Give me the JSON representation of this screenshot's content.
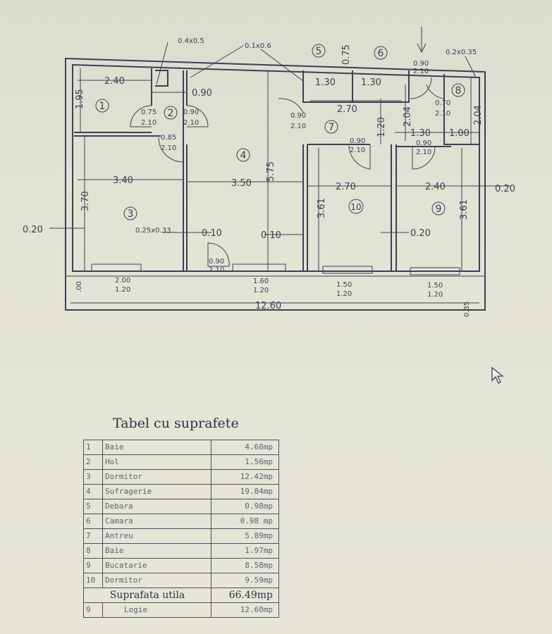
{
  "plan": {
    "rooms": [
      "1",
      "2",
      "3",
      "4",
      "5",
      "6",
      "7",
      "8",
      "9",
      "10"
    ],
    "labels": {
      "niche_04x05": "0.4x0.5",
      "niche_01x06": "0.1x0.6",
      "closet_075": "0.75",
      "entry_door_w": "0.90",
      "entry_door_h": "2.10",
      "niche_02x035": "0.2x0.35",
      "r1_w": "2.40",
      "r1_h": "1.95",
      "hol_w": "0.90",
      "d1_w": "0.75",
      "d1_h": "2.10",
      "d2_w": "0.90",
      "d2_h": "2.10",
      "d3_w": "0.85",
      "d3_h": "2.10",
      "r5_w": "1.30",
      "r6_w": "1.30",
      "r56_w": "2.70",
      "d8_w": "0.70",
      "d8_h": "2.10",
      "r8_h": "2.04",
      "d7_w": "0.90",
      "d7_h": "2.10",
      "r7_h1": "1.20",
      "r7_h2": "2.04",
      "r7_w": "1.30",
      "r8_w": "1.00",
      "d10_w": "0.90",
      "d10_h": "2.10",
      "d9_w": "0.90",
      "d9_h": "2.10",
      "r3_w": "3.40",
      "r4_w": "3.50",
      "r4_h": "5.75",
      "r3_h": "3.70",
      "r10_w": "2.70",
      "r9_w": "2.40",
      "wall_right": "0.20",
      "r10_h": "3.61",
      "r9_h": "3.61",
      "wall_left": "0.20",
      "niche_025x033": "0.25x0.33",
      "wall_a": "0.10",
      "wall_b": "0.10",
      "wall_c": "0.20",
      "balc_door_w": "0.90",
      "balc_door_h": "2.10",
      "win1_w": "2.00",
      "win1_h": "1.20",
      "win2_w": "1.60",
      "win2_h": "1.20",
      "win3_w": "1.50",
      "win3_h": "1.20",
      "win4_w": "1.50",
      "win4_h": "1.20",
      "total_w": "12.60",
      "balc_left": ".00",
      "balc_right": "0.35"
    }
  },
  "table": {
    "title": "Tabel cu suprafete",
    "rows": [
      {
        "n": "1",
        "name": "Baie",
        "area": "4.68mp"
      },
      {
        "n": "2",
        "name": "Hol",
        "area": "1.56mp"
      },
      {
        "n": "3",
        "name": "Dormitor",
        "area": "12.42mp"
      },
      {
        "n": "4",
        "name": "Sufragerie",
        "area": "19.84mp"
      },
      {
        "n": "5",
        "name": "Debara",
        "area": "0.98mp"
      },
      {
        "n": "6",
        "name": "Camara",
        "area": "0.98 mp"
      },
      {
        "n": "7",
        "name": "Antreu",
        "area": "5.89mp"
      },
      {
        "n": "8",
        "name": "Baie",
        "area": "1.97mp"
      },
      {
        "n": "9",
        "name": "Bucatarie",
        "area": "8.58mp"
      },
      {
        "n": "10",
        "name": "Dormitor",
        "area": "9.59mp"
      }
    ],
    "total_label": "Suprafata utila",
    "total_value": "66.49mp",
    "extra": {
      "n": "9",
      "name": "Logie",
      "area": "12.60mp"
    }
  }
}
